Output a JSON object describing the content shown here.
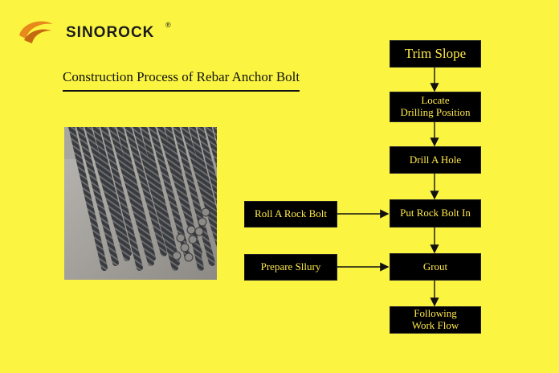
{
  "brand": {
    "name": "SINOROCK",
    "registered_mark": "®"
  },
  "title": "Construction Process of Rebar Anchor Bolt",
  "photo": {
    "subject": "rebar-bundle"
  },
  "flow": {
    "trim_slope": "Trim Slope",
    "locate_line1": "Locate",
    "locate_line2": "Drilling Position",
    "drill": "Drill A Hole",
    "put_bolt": "Put Rock Bolt In",
    "grout": "Grout",
    "following_line1": "Following",
    "following_line2": "Work Flow",
    "roll_bolt": "Roll A Rock Bolt",
    "prepare_slurry": "Prepare Sllury"
  },
  "colors": {
    "background": "#fbf542",
    "box": "#000000",
    "box_text": "#ffe94a",
    "logo_orange": "#e8891b"
  }
}
